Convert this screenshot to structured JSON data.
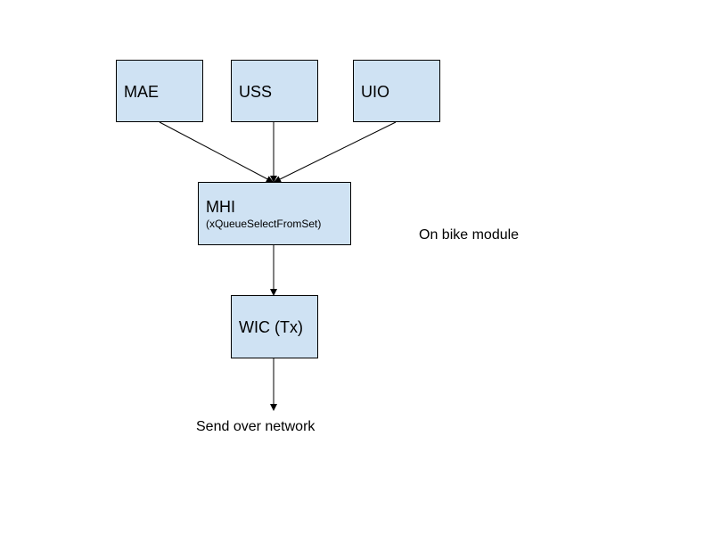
{
  "diagram": {
    "nodes": {
      "mae": {
        "label": "MAE"
      },
      "uss": {
        "label": "USS"
      },
      "uio": {
        "label": "UIO"
      },
      "mhi": {
        "label": "MHI",
        "sublabel": "(xQueueSelectFromSet)"
      },
      "wic": {
        "label": "WIC (Tx)"
      }
    },
    "edges": [
      {
        "from": "MAE",
        "to": "MHI"
      },
      {
        "from": "USS",
        "to": "MHI"
      },
      {
        "from": "UIO",
        "to": "MHI"
      },
      {
        "from": "MHI",
        "to": "WIC (Tx)"
      },
      {
        "from": "WIC (Tx)",
        "to": "Send over network"
      }
    ],
    "output_label": "Send over network",
    "annotation": "On bike module",
    "colors": {
      "node_fill": "#cfe2f3",
      "node_border": "#000000",
      "edge": "#000000"
    }
  }
}
